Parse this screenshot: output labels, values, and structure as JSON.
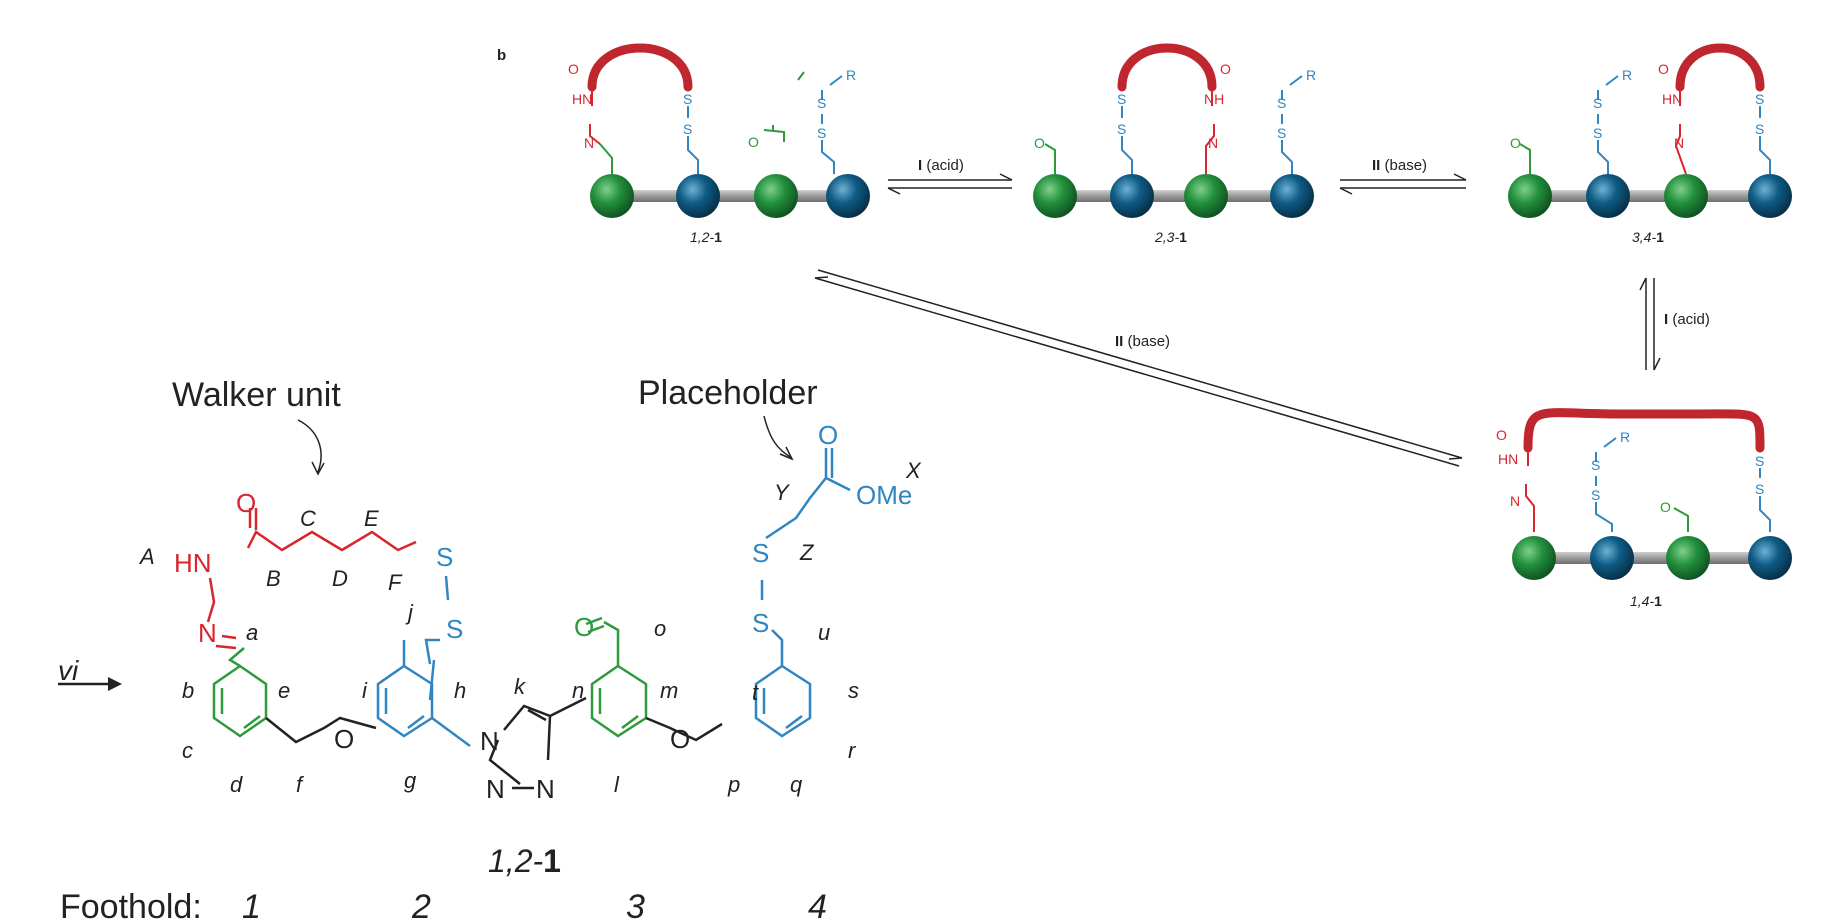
{
  "panel_label": "b",
  "colors": {
    "walker": "#d8262f",
    "placeholder": "#2f86c2",
    "aldehyde": "#2f9a3c",
    "green_ball": "#1f8a3a",
    "blue_ball": "#0f5c86",
    "track": "#9a9a9a"
  },
  "compounds": {
    "c12": {
      "prefix": "1,2-",
      "num": "1"
    },
    "c23": {
      "prefix": "2,3-",
      "num": "1"
    },
    "c34": {
      "prefix": "3,4-",
      "num": "1"
    },
    "c14": {
      "prefix": "1,4-",
      "num": "1"
    }
  },
  "arrows": {
    "a12_23": {
      "roman": "I",
      "text": " (acid)"
    },
    "a23_34": {
      "roman": "II",
      "text": " (base)"
    },
    "a34_14": {
      "roman": "I",
      "text": " (acid)"
    },
    "a14_12": {
      "roman": "II",
      "text": " (base)"
    }
  },
  "atoms": {
    "O": "O",
    "HN": "HN",
    "NH": "NH",
    "N": "N",
    "S": "S",
    "R": "R",
    "OMe": "OMe"
  },
  "structure": {
    "walker_unit_label": "Walker unit",
    "placeholder_label": "Placeholder",
    "compound_label": {
      "prefix": "1,2-",
      "num": "1"
    },
    "reagent": "vi",
    "foothold_label": "Foothold:",
    "footholds": [
      "1",
      "2",
      "3",
      "4"
    ],
    "letters": {
      "A": "A",
      "B": "B",
      "C": "C",
      "D": "D",
      "E": "E",
      "F": "F",
      "X": "X",
      "Y": "Y",
      "Z": "Z",
      "a": "a",
      "b": "b",
      "c": "c",
      "d": "d",
      "e": "e",
      "f": "f",
      "g": "g",
      "h": "h",
      "i": "i",
      "j": "j",
      "k": "k",
      "l": "l",
      "m": "m",
      "n": "n",
      "o": "o",
      "p": "p",
      "q": "q",
      "r": "r",
      "s": "s",
      "t": "t",
      "u": "u"
    }
  }
}
